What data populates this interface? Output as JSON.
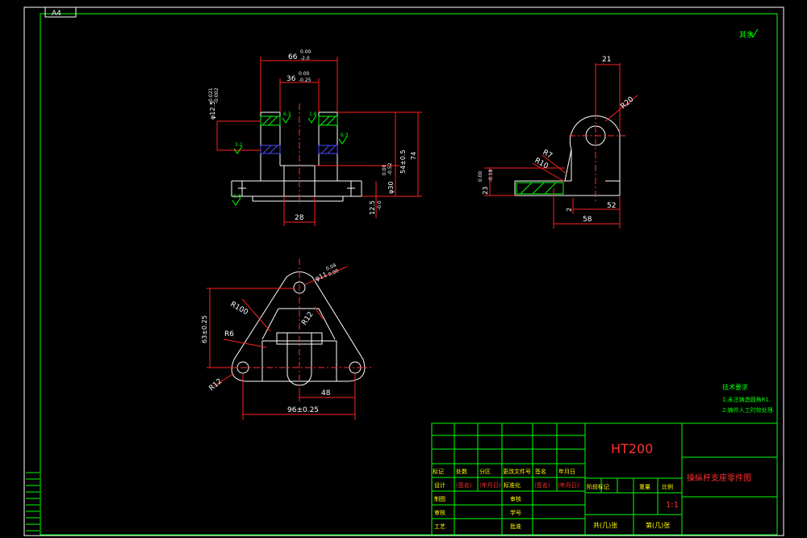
{
  "sheet": {
    "size_label": "A4"
  },
  "roughness_symbol": "其余",
  "front_view": {
    "dim_width_outer": "66",
    "dim_width_outer_tol_upper": "0.00",
    "dim_width_outer_tol_lower": "-2.0",
    "dim_width_inner": "36",
    "dim_width_inner_tol_upper": "0.00",
    "dim_width_inner_tol_lower": "-0.25",
    "dim_hole_diameter": "φ12.5",
    "dim_hole_tol_upper": "-0.021",
    "dim_hole_tol_lower": "-0.002",
    "dim_bore": "φ30",
    "dim_bore_tol_upper": "0.00",
    "dim_bore_tol_lower": "-0.52",
    "dim_height_54": "54±0.5",
    "dim_height_74": "74",
    "dim_base_28": "28",
    "dim_base_thickness": "12.5",
    "dim_base_thickness_tol": "-0.0",
    "roughness_1": "6.3",
    "roughness_2": "1.6",
    "roughness_3": "6.3",
    "roughness_4": "3.2",
    "roughness_5": "6.3"
  },
  "side_view": {
    "dim_21": "21",
    "dim_r20": "R20",
    "dim_r7": "R7",
    "dim_r10": "R10",
    "dim_23": "23",
    "dim_23_tol_upper": "0.00",
    "dim_23_tol_lower": "-0.18",
    "dim_2": "2",
    "dim_52": "52",
    "dim_58": "58"
  },
  "top_view": {
    "dim_hole": "φ11",
    "dim_hole_tol_upper": "0.04",
    "dim_hole_tol_lower": "0.00",
    "dim_r100": "R100",
    "dim_r12_top": "R12",
    "dim_r6": "R6",
    "dim_r12_left": "R12",
    "dim_63": "63±0.25",
    "dim_48": "48",
    "dim_96": "96±0.25"
  },
  "tech_notes": {
    "title": "技术要求",
    "line1": "1.未注铸造圆角R1.",
    "line2": "2.铸件人工时效处理."
  },
  "title_block": {
    "material": "HT200",
    "drawing_title": "操纵杆支座零件图",
    "scale_value": "1:1",
    "sheets_total": "共(几)张",
    "sheet_current": "第(几)张",
    "row_revision": [
      "标记",
      "处数",
      "分区",
      "更改文件号",
      "签名",
      "年月日"
    ],
    "row_design": [
      "设计",
      "(签名)",
      "(年月日)",
      "标准化",
      "(签名)",
      "(年月日)"
    ],
    "stage_headers": [
      "阶段标记",
      "重量",
      "比例"
    ],
    "labels": {
      "draw": "制图",
      "review": "审核",
      "process": "工艺",
      "approve": "批准",
      "audit": "审核",
      "check": "学号"
    }
  }
}
